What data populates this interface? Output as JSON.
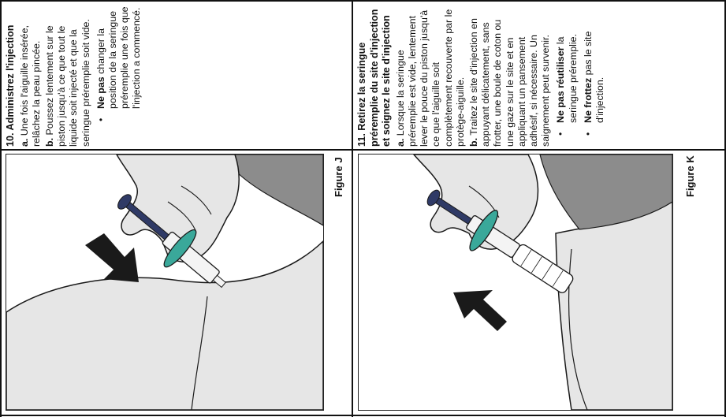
{
  "step10": {
    "title": "10. Administrez l'injection",
    "a_label": "a.",
    "a_text": "Une fois l'aiguille insérée, relâchez la peau pincée.",
    "b_label": "b.",
    "b_text": "Poussez lentement sur le piston jusqu'à ce que tout le liquide soit injecté et que la seringue préremplie soit vide.",
    "bullet_bold": "Ne pas",
    "bullet_text": "changer la position de la seringue préremplie une fois que l'injection a commencé.",
    "figure_label": "Figure J"
  },
  "step11": {
    "title": "11. Retirez la seringue préremplie du site d'injection et soignez le site d'injection",
    "a_label": "a.",
    "a_text": "Lorsque la seringue préremplie est vide, lentement lever le pouce du piston jusqu'à ce que l'aiguille soit complètement recouverte par le protège-aiguille.",
    "b_label": "b.",
    "b_text": "Traitez le site d'injection en appuyant délicatement, sans frotter, une boule de coton ou une gaze sur le site et en appliquant un pansement adhésif, si nécessaire. Un saignement peut survenir.",
    "bullet1_bold": "Ne pas réutiliser",
    "bullet1_text": "la seringue préremplie.",
    "bullet2_bold": "Ne frottez",
    "bullet2_text": "pas le site d'injection.",
    "figure_label": "Figure K"
  },
  "colors": {
    "skin": "#e6e6e6",
    "outline": "#1a1a1a",
    "guard": "#3aa89a",
    "plunger": "#2f3a66",
    "arrow": "#1a1a1a",
    "clothing": "#8c8c8c"
  }
}
